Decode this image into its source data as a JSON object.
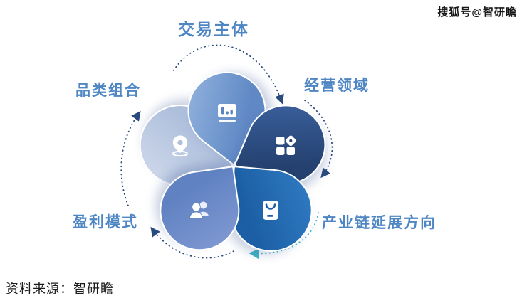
{
  "watermark": {
    "text": "搜狐号@智研瞻"
  },
  "source": {
    "text": "资料来源：智研瞻"
  },
  "diagram": {
    "type": "flower-petal-cycle-diagram",
    "petals": [
      {
        "id": "top",
        "label": "交易主体",
        "icon": "presentation-chart-icon",
        "color": "#5f88c4",
        "color_light": "#8fb0dd"
      },
      {
        "id": "right",
        "label": "经营领域",
        "icon": "category-grid-icon",
        "color": "#24416f",
        "color_light": "#3a5f9c"
      },
      {
        "id": "bottom-right",
        "label": "产业链延展方向",
        "icon": "shopping-bag-icon",
        "color": "#1c5fa4",
        "color_light": "#2f7ac2"
      },
      {
        "id": "bottom-left",
        "label": "盈利模式",
        "icon": "users-icon",
        "color": "#6182c2",
        "color_light": "#7e98d2"
      },
      {
        "id": "left",
        "label": "品类组合",
        "icon": "location-pin-icon",
        "color": "#aebfdc",
        "color_light": "#cdd7ea"
      }
    ],
    "arrow_colors": {
      "navy": "#2a4b7e",
      "teal": "#3fb3c6"
    },
    "label_color": "#4e86c4"
  }
}
